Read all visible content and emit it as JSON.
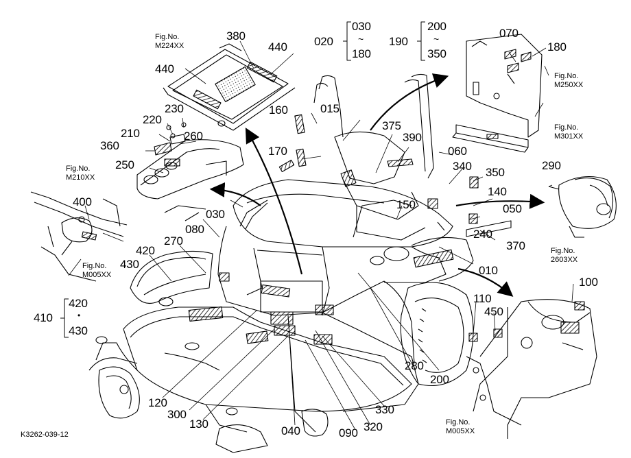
{
  "diagram": {
    "code": "K3262-039-12",
    "labels": {
      "l015": "015",
      "l020": "020",
      "l030a": "030",
      "l030b": "030",
      "l180a": "180",
      "l190": "190",
      "l200a": "200",
      "l350a": "350",
      "l070": "070",
      "l180b": "180",
      "l380": "380",
      "l440a": "440",
      "l440b": "440",
      "l230": "230",
      "l220": "220",
      "l210": "210",
      "l260": "260",
      "l360": "360",
      "l250": "250",
      "l160": "160",
      "l170": "170",
      "l375": "375",
      "l390": "390",
      "l060": "060",
      "l340": "340",
      "l350b": "350",
      "l140": "140",
      "l290": "290",
      "l150": "150",
      "l050": "050",
      "l400": "400",
      "l080": "080",
      "l240": "240",
      "l370": "370",
      "l420a": "420",
      "l270": "270",
      "l430a": "430",
      "l010": "010",
      "l100": "100",
      "l110": "110",
      "l450": "450",
      "l410": "410",
      "l420b": "420",
      "l430b": "430",
      "l280": "280",
      "l200b": "200",
      "l120": "120",
      "l300": "300",
      "l130": "130",
      "l330": "330",
      "l040": "040",
      "l090": "090",
      "l320": "320",
      "dot": "•",
      "tilde1": "~",
      "tilde2": "~"
    },
    "figures": {
      "m224": [
        "Fig.No.",
        "M224XX"
      ],
      "m250": [
        "Fig.No.",
        "M250XX"
      ],
      "m301": [
        "Fig.No.",
        "M301XX"
      ],
      "m210": [
        "Fig.No.",
        "M210XX"
      ],
      "m005a": [
        "Fig.No.",
        "M005XX"
      ],
      "m2603": [
        "Fig.No.",
        "2603XX"
      ],
      "m005b": [
        "Fig.No.",
        "M005XX"
      ]
    }
  }
}
